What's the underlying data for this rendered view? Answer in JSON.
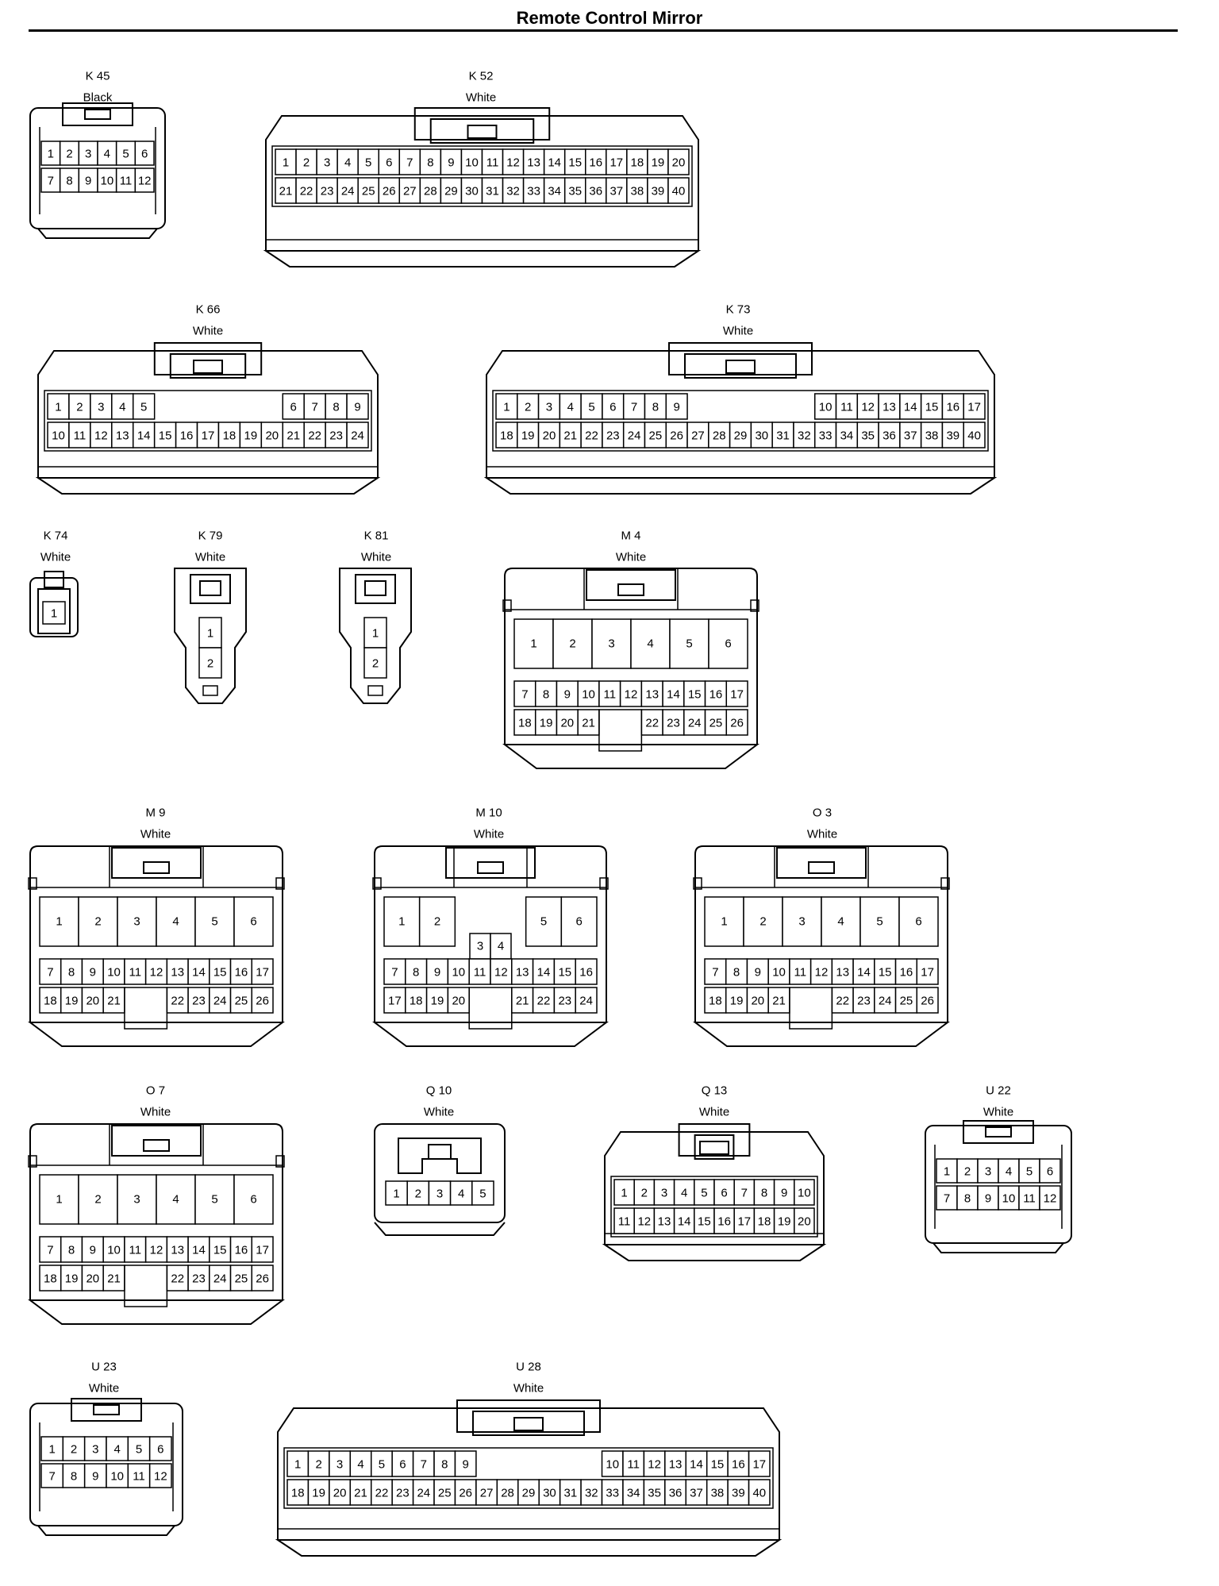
{
  "title": "Remote Control Mirror",
  "connectors": [
    {
      "id": "K 45",
      "color": "Black",
      "style": "tall",
      "pin_rows": [
        [
          1,
          2,
          3,
          4,
          5,
          6
        ],
        [
          7,
          8,
          9,
          10,
          11,
          12
        ]
      ]
    },
    {
      "id": "K 52",
      "color": "White",
      "style": "wide",
      "pin_rows": [
        [
          1,
          2,
          3,
          4,
          5,
          6,
          7,
          8,
          9,
          10,
          11,
          12,
          13,
          14,
          15,
          16,
          17,
          18,
          19,
          20
        ],
        [
          21,
          22,
          23,
          24,
          25,
          26,
          27,
          28,
          29,
          30,
          31,
          32,
          33,
          34,
          35,
          36,
          37,
          38,
          39,
          40
        ]
      ]
    },
    {
      "id": "K 66",
      "color": "White",
      "style": "wide",
      "pin_rows": [
        [
          1,
          2,
          3,
          4,
          5,
          null,
          null,
          null,
          null,
          null,
          null,
          6,
          7,
          8,
          9
        ],
        [
          10,
          11,
          12,
          13,
          14,
          15,
          16,
          17,
          18,
          19,
          20,
          21,
          22,
          23,
          24
        ]
      ]
    },
    {
      "id": "K 73",
      "color": "White",
      "style": "wide",
      "pin_rows": [
        [
          1,
          2,
          3,
          4,
          5,
          6,
          7,
          8,
          9,
          null,
          null,
          null,
          null,
          null,
          null,
          10,
          11,
          12,
          13,
          14,
          15,
          16,
          17
        ],
        [
          18,
          19,
          20,
          21,
          22,
          23,
          24,
          25,
          26,
          27,
          28,
          29,
          30,
          31,
          32,
          33,
          34,
          35,
          36,
          37,
          38,
          39,
          40
        ]
      ]
    },
    {
      "id": "K 74",
      "color": "White",
      "style": "single",
      "pin_rows": [
        [
          1
        ]
      ]
    },
    {
      "id": "K 79",
      "color": "White",
      "style": "vertical",
      "pin_rows": [
        [
          1
        ],
        [
          2
        ]
      ]
    },
    {
      "id": "K 81",
      "color": "White",
      "style": "vertical",
      "pin_rows": [
        [
          1
        ],
        [
          2
        ]
      ]
    },
    {
      "id": "M 4",
      "color": "White",
      "style": "block",
      "big_pins": [
        1,
        2,
        3,
        4,
        5,
        6
      ],
      "pin_rows": [
        [
          7,
          8,
          9,
          10,
          11,
          12,
          13,
          14,
          15,
          16,
          17
        ],
        [
          18,
          19,
          20,
          21,
          null,
          null,
          22,
          23,
          24,
          25,
          26
        ]
      ]
    },
    {
      "id": "M 9",
      "color": "White",
      "style": "block",
      "big_pins": [
        1,
        2,
        3,
        4,
        5,
        6
      ],
      "pin_rows": [
        [
          7,
          8,
          9,
          10,
          11,
          12,
          13,
          14,
          15,
          16,
          17
        ],
        [
          18,
          19,
          20,
          21,
          null,
          null,
          22,
          23,
          24,
          25,
          26
        ]
      ]
    },
    {
      "id": "M 10",
      "color": "White",
      "style": "block",
      "big_pins": [
        1,
        2,
        null,
        null,
        5,
        6
      ],
      "mid_pins": [
        3,
        4
      ],
      "pin_rows": [
        [
          7,
          8,
          9,
          10,
          11,
          12,
          13,
          14,
          15,
          16
        ],
        [
          17,
          18,
          19,
          20,
          null,
          null,
          21,
          22,
          23,
          24
        ]
      ]
    },
    {
      "id": "O 3",
      "color": "White",
      "style": "block",
      "big_pins": [
        1,
        2,
        3,
        4,
        5,
        6
      ],
      "pin_rows": [
        [
          7,
          8,
          9,
          10,
          11,
          12,
          13,
          14,
          15,
          16,
          17
        ],
        [
          18,
          19,
          20,
          21,
          null,
          null,
          22,
          23,
          24,
          25,
          26
        ]
      ]
    },
    {
      "id": "O 7",
      "color": "White",
      "style": "block",
      "big_pins": [
        1,
        2,
        3,
        4,
        5,
        6
      ],
      "pin_rows": [
        [
          7,
          8,
          9,
          10,
          11,
          12,
          13,
          14,
          15,
          16,
          17
        ],
        [
          18,
          19,
          20,
          21,
          null,
          null,
          22,
          23,
          24,
          25,
          26
        ]
      ]
    },
    {
      "id": "Q 10",
      "color": "White",
      "style": "small",
      "pin_rows": [
        [
          1,
          2,
          3,
          4,
          5
        ]
      ]
    },
    {
      "id": "Q 13",
      "color": "White",
      "style": "wide",
      "pin_rows": [
        [
          1,
          2,
          3,
          4,
          5,
          6,
          7,
          8,
          9,
          10
        ],
        [
          11,
          12,
          13,
          14,
          15,
          16,
          17,
          18,
          19,
          20
        ]
      ]
    },
    {
      "id": "U 22",
      "color": "White",
      "style": "tall",
      "pin_rows": [
        [
          1,
          2,
          3,
          4,
          5,
          6
        ],
        [
          7,
          8,
          9,
          10,
          11,
          12
        ]
      ]
    },
    {
      "id": "U 23",
      "color": "White",
      "style": "tall",
      "pin_rows": [
        [
          1,
          2,
          3,
          4,
          5,
          6
        ],
        [
          7,
          8,
          9,
          10,
          11,
          12
        ]
      ]
    },
    {
      "id": "U 28",
      "color": "White",
      "style": "wide",
      "pin_rows": [
        [
          1,
          2,
          3,
          4,
          5,
          6,
          7,
          8,
          9,
          null,
          null,
          null,
          null,
          null,
          null,
          10,
          11,
          12,
          13,
          14,
          15,
          16,
          17
        ],
        [
          18,
          19,
          20,
          21,
          22,
          23,
          24,
          25,
          26,
          27,
          28,
          29,
          30,
          31,
          32,
          33,
          34,
          35,
          36,
          37,
          38,
          39,
          40
        ]
      ]
    }
  ]
}
